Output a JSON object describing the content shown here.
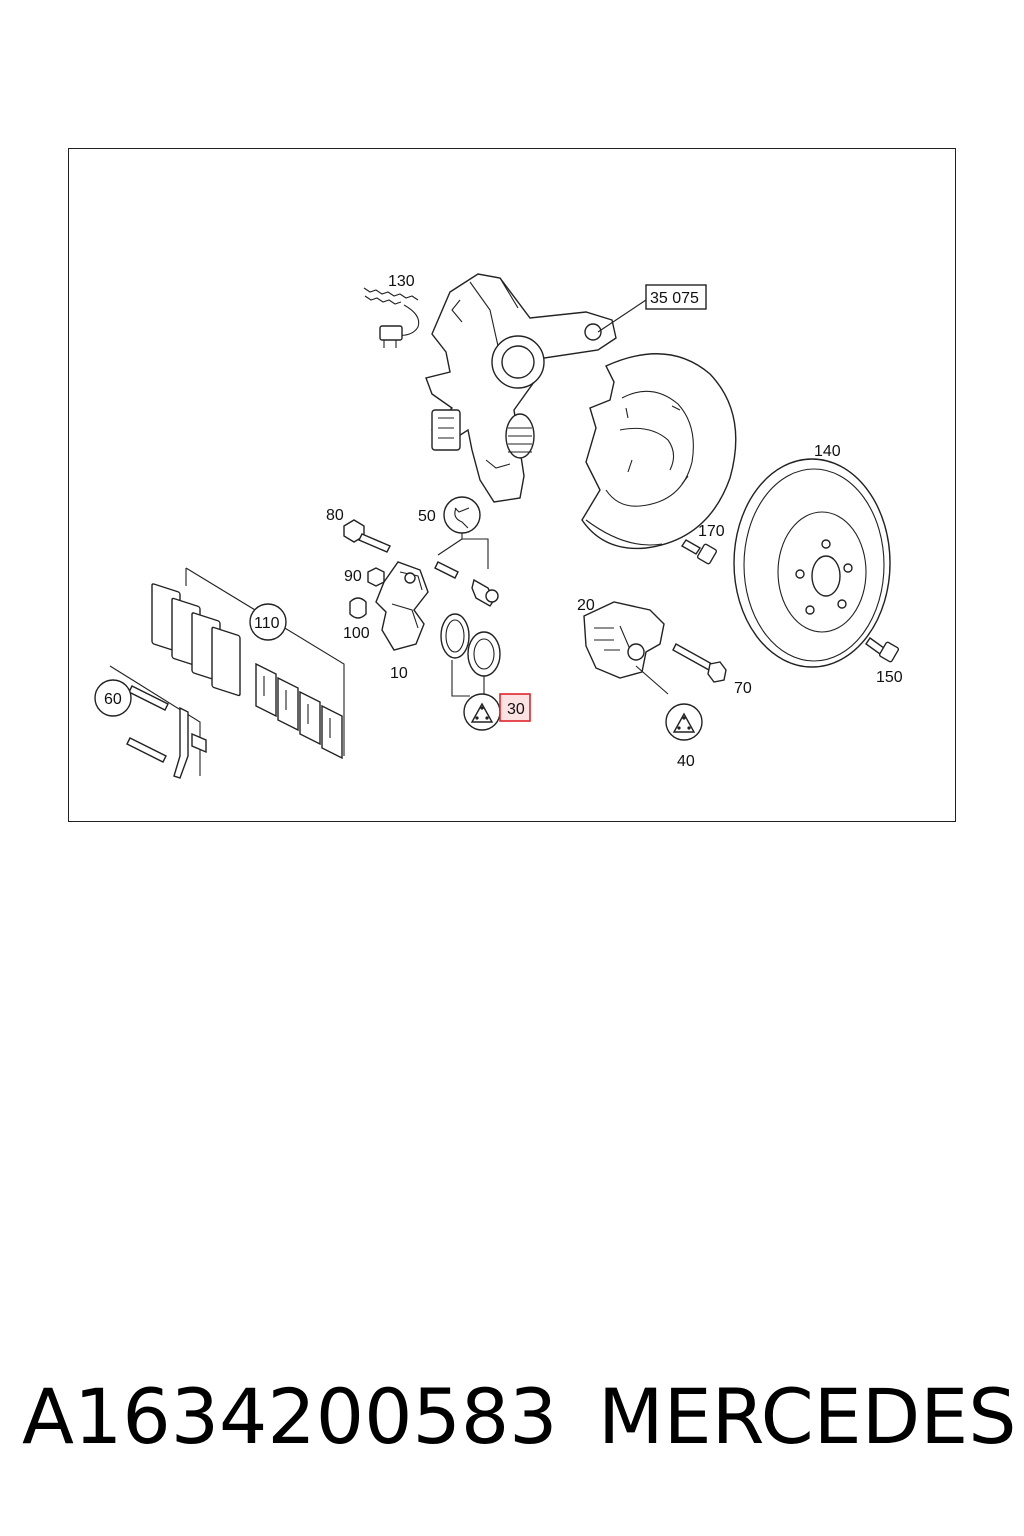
{
  "diagram": {
    "callouts": {
      "c130": "130",
      "c35075": "35 075",
      "c140": "140",
      "c80": "80",
      "c50": "50",
      "c170": "170",
      "c90": "90",
      "c110": "110",
      "c100": "100",
      "c20": "20",
      "c10": "10",
      "c70": "70",
      "c150": "150",
      "c60": "60",
      "c30": "30",
      "c40": "40"
    },
    "highlight_color": "#e0242b",
    "highlighted_callout": "30"
  },
  "footer": {
    "part_number": "A1634200583",
    "brand": "MERCEDES"
  }
}
